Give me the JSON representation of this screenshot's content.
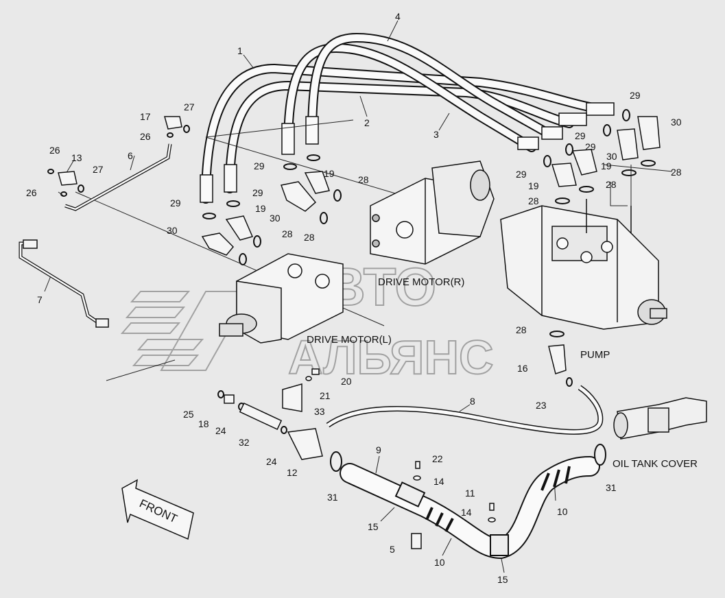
{
  "labels": {
    "drive_motor_r": "DRIVE MOTOR(R)",
    "drive_motor_l": "DRIVE MOTOR(L)",
    "pump": "PUMP",
    "oil_tank_cover": "OIL TANK COVER",
    "front": "FRONT"
  },
  "watermark": {
    "line1": "АВТО",
    "line2": "АЛЬЯНС"
  },
  "callouts": [
    {
      "id": "c1",
      "text": "1"
    },
    {
      "id": "c2",
      "text": "2"
    },
    {
      "id": "c3",
      "text": "3"
    },
    {
      "id": "c4",
      "text": "4"
    },
    {
      "id": "c5",
      "text": "5"
    },
    {
      "id": "c6",
      "text": "6"
    },
    {
      "id": "c7",
      "text": "7"
    },
    {
      "id": "c8",
      "text": "8"
    },
    {
      "id": "c9",
      "text": "9"
    },
    {
      "id": "c10a",
      "text": "10"
    },
    {
      "id": "c10b",
      "text": "10"
    },
    {
      "id": "c11",
      "text": "11"
    },
    {
      "id": "c12",
      "text": "12"
    },
    {
      "id": "c13",
      "text": "13"
    },
    {
      "id": "c14a",
      "text": "14"
    },
    {
      "id": "c14b",
      "text": "14"
    },
    {
      "id": "c15a",
      "text": "15"
    },
    {
      "id": "c15b",
      "text": "15"
    },
    {
      "id": "c16",
      "text": "16"
    },
    {
      "id": "c17",
      "text": "17"
    },
    {
      "id": "c18",
      "text": "18"
    },
    {
      "id": "c19a",
      "text": "19"
    },
    {
      "id": "c19b",
      "text": "19"
    },
    {
      "id": "c19c",
      "text": "19"
    },
    {
      "id": "c19d",
      "text": "19"
    },
    {
      "id": "c20",
      "text": "20"
    },
    {
      "id": "c21",
      "text": "21"
    },
    {
      "id": "c22",
      "text": "22"
    },
    {
      "id": "c23",
      "text": "23"
    },
    {
      "id": "c24a",
      "text": "24"
    },
    {
      "id": "c24b",
      "text": "24"
    },
    {
      "id": "c25",
      "text": "25"
    },
    {
      "id": "c26a",
      "text": "26"
    },
    {
      "id": "c26b",
      "text": "26"
    },
    {
      "id": "c26c",
      "text": "26"
    },
    {
      "id": "c27a",
      "text": "27"
    },
    {
      "id": "c27b",
      "text": "27"
    },
    {
      "id": "c28a",
      "text": "28"
    },
    {
      "id": "c28b",
      "text": "28"
    },
    {
      "id": "c28c",
      "text": "28"
    },
    {
      "id": "c28d",
      "text": "28"
    },
    {
      "id": "c28e",
      "text": "28"
    },
    {
      "id": "c28f",
      "text": "28"
    },
    {
      "id": "c28g",
      "text": "28"
    },
    {
      "id": "c29a",
      "text": "29"
    },
    {
      "id": "c29b",
      "text": "29"
    },
    {
      "id": "c29c",
      "text": "29"
    },
    {
      "id": "c29d",
      "text": "29"
    },
    {
      "id": "c29e",
      "text": "29"
    },
    {
      "id": "c29f",
      "text": "29"
    },
    {
      "id": "c29g",
      "text": "29"
    },
    {
      "id": "c30a",
      "text": "30"
    },
    {
      "id": "c30b",
      "text": "30"
    },
    {
      "id": "c30c",
      "text": "30"
    },
    {
      "id": "c30d",
      "text": "30"
    },
    {
      "id": "c31a",
      "text": "31"
    },
    {
      "id": "c31b",
      "text": "31"
    },
    {
      "id": "c32",
      "text": "32"
    },
    {
      "id": "c33",
      "text": "33"
    }
  ]
}
